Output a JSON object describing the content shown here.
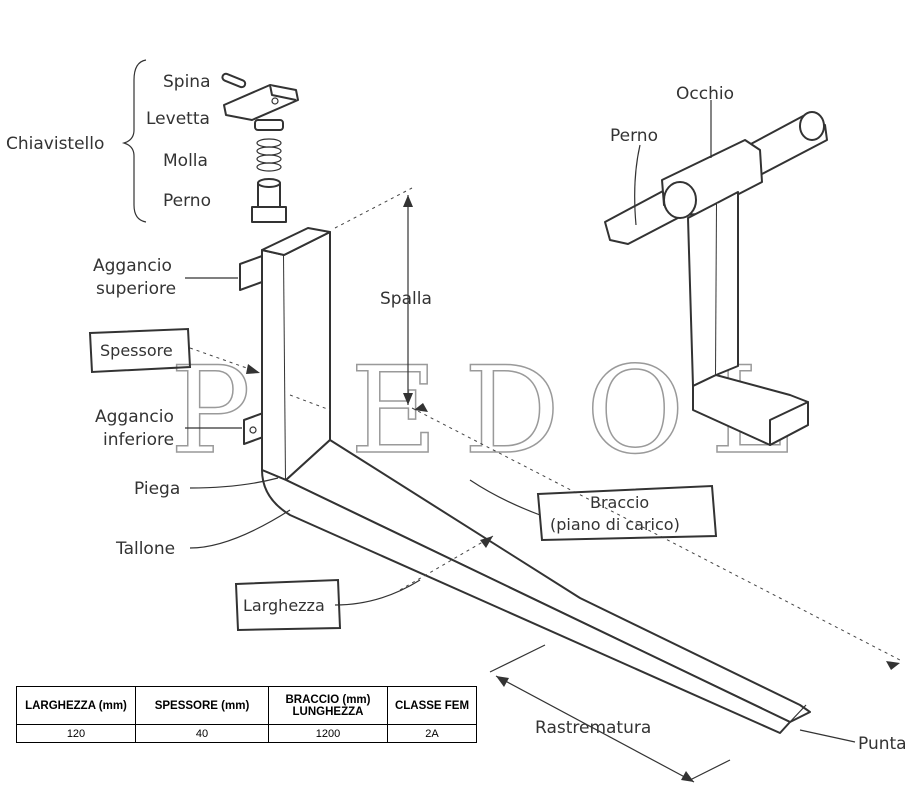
{
  "labels": {
    "spina": "Spina",
    "levetta": "Levetta",
    "chiavistello": "Chiavistello",
    "molla": "Molla",
    "perno_left": "Perno",
    "occhio": "Occhio",
    "perno_right": "Perno",
    "aggancio_superiore_line1": "Aggancio",
    "aggancio_superiore_line2": "superiore",
    "spalla": "Spalla",
    "spessore": "Spessore",
    "aggancio_inferiore_line1": "Aggancio",
    "aggancio_inferiore_line2": "inferiore",
    "piega": "Piega",
    "braccio_line1": "Braccio",
    "braccio_line2": "(piano di carico)",
    "tallone": "Tallone",
    "larghezza": "Larghezza",
    "rastrematura": "Rastrematura",
    "punta": "Punta"
  },
  "watermark": "PIEDOL",
  "spec_table": {
    "headers": [
      "LARGHEZZA (mm)",
      "SPESSORE (mm)",
      "BRACCIO (mm) LUNGHEZZA",
      "CLASSE FEM"
    ],
    "values": [
      "120",
      "40",
      "1200",
      "2A"
    ]
  }
}
